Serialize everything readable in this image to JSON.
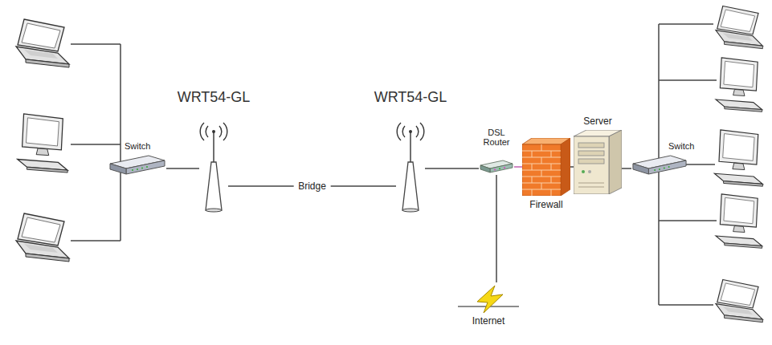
{
  "diagram": {
    "nodes": [
      {
        "text": [
          "Switch"
        ]
      },
      {
        "text": [
          "WRT54-GL"
        ]
      },
      {
        "text": [
          "WRT54-GL"
        ]
      },
      {
        "text": [
          "DSL Router"
        ]
      },
      {
        "text": [
          "Firewall"
        ]
      },
      {
        "text": [
          "Server"
        ]
      },
      {
        "text": [
          "Switch"
        ]
      },
      {
        "text": [
          "Internet"
        ]
      }
    ],
    "edges": [
      {
        "from": 0,
        "to": 1,
        "arrow": "none"
      },
      {
        "from": 1,
        "to": 2,
        "label": "Bridge",
        "arrow": "none"
      },
      {
        "from": 2,
        "to": 3,
        "arrow": "none"
      },
      {
        "from": 3,
        "to": 4,
        "arrow": "none"
      },
      {
        "from": 4,
        "to": 5,
        "arrow": "none"
      },
      {
        "from": 5,
        "to": 6,
        "arrow": "none"
      },
      {
        "from": 3,
        "to": 7,
        "arrow": "none"
      }
    ]
  }
}
